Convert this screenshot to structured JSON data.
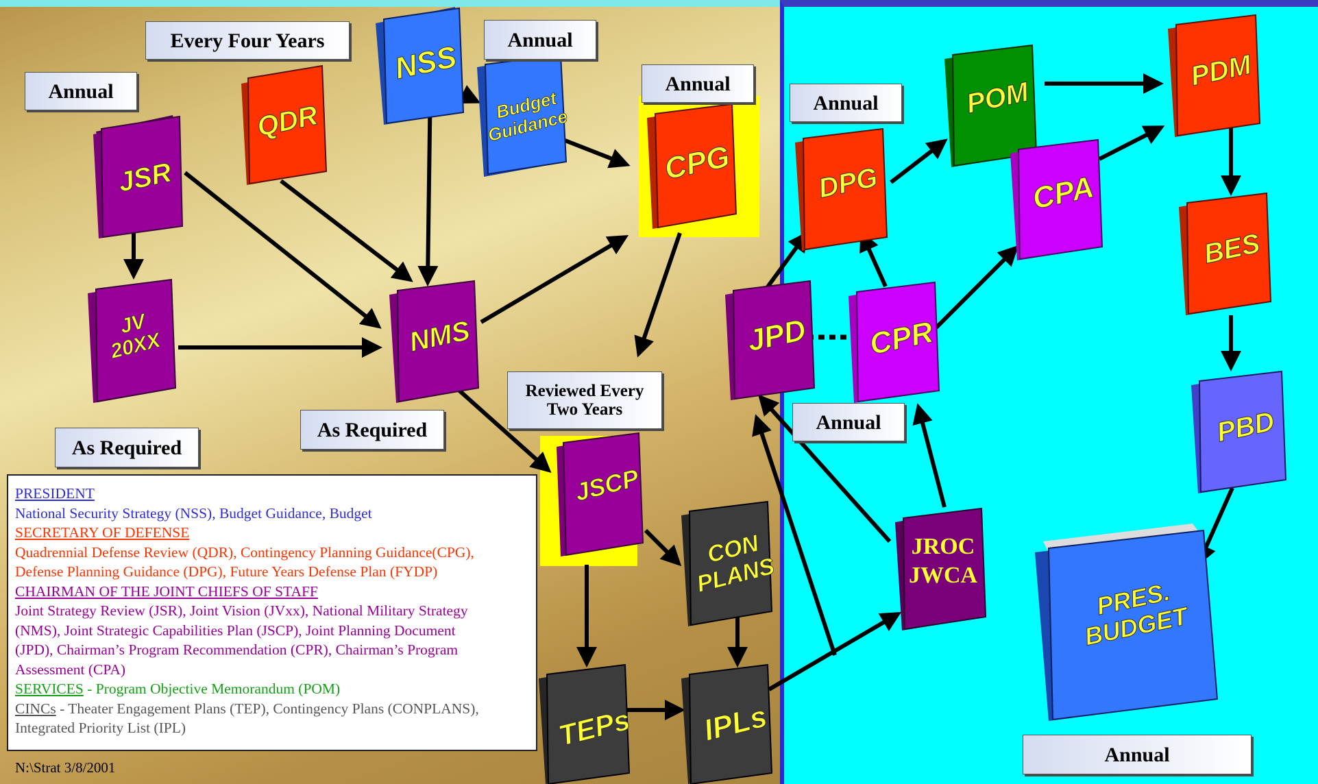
{
  "colors": {
    "president": "#2d2dd8",
    "secdef": "#ff3300",
    "chairman": "#990099",
    "services": "#14a014",
    "cincs": "#555555",
    "left_bg": "#d9c27a",
    "right_bg": "#00ffff",
    "highlight": "#ffff00"
  },
  "labels": {
    "every_four_years": "Every Four Years",
    "annual_jsr": "Annual",
    "annual_budget": "Annual",
    "annual_cpg": "Annual",
    "annual_dpg": "Annual",
    "annual_cpr": "Annual",
    "annual_bottom": "Annual",
    "as_required_left": "As Required",
    "as_required_nms": "As Required",
    "reviewed_line1": "Reviewed Every",
    "reviewed_line2": "Two Years"
  },
  "binders": {
    "jsr": "JSR",
    "qdr": "QDR",
    "nss": "NSS",
    "budget_guidance_1": "Budget",
    "budget_guidance_2": "Guidance",
    "cpg": "CPG",
    "jv_1": "JV",
    "jv_2": "20XX",
    "nms": "NMS",
    "jscp": "JSCP",
    "conplans_1": "CON",
    "conplans_2": "PLANS",
    "teps": "TEPs",
    "ipls": "IPLs",
    "jpd": "JPD",
    "cpr": "CPR",
    "dpg": "DPG",
    "pom": "POM",
    "cpa": "CPA",
    "pdm": "PDM",
    "bes": "BES",
    "pbd": "PBD",
    "jroc_1": "JROC",
    "jroc_2": "JWCA",
    "pres_1": "PRES.",
    "pres_2": "BUDGET"
  },
  "legend": {
    "president_head": "PRESIDENT",
    "president_text": "National Security Strategy (NSS), Budget Guidance, Budget",
    "secdef_head": "SECRETARY OF DEFENSE",
    "secdef_text1": "Quadrennial Defense Review (QDR), Contingency Planning Guidance(CPG),",
    "secdef_text2": "Defense Planning Guidance (DPG), Future Years Defense Plan (FYDP)",
    "chairman_head": "CHAIRMAN OF THE JOINT CHIEFS OF STAFF",
    "chairman_text1": "Joint Strategy Review (JSR), Joint Vision (JVxx), National Military Strategy",
    "chairman_text2": "(NMS), Joint Strategic Capabilities Plan (JSCP), Joint Planning Document",
    "chairman_text3": "(JPD), Chairman’s Program Recommendation (CPR), Chairman’s Program",
    "chairman_text4": "Assessment (CPA)",
    "services_head": "SERVICES",
    "services_text": " - Program Objective Memorandum (POM)",
    "cincs_head": "CINCs",
    "cincs_text1": " - Theater Engagement Plans (TEP), Contingency Plans (CONPLANS),",
    "cincs_text2": "Integrated Priority List (IPL)"
  },
  "footer": "N:\\Strat  3/8/2001"
}
